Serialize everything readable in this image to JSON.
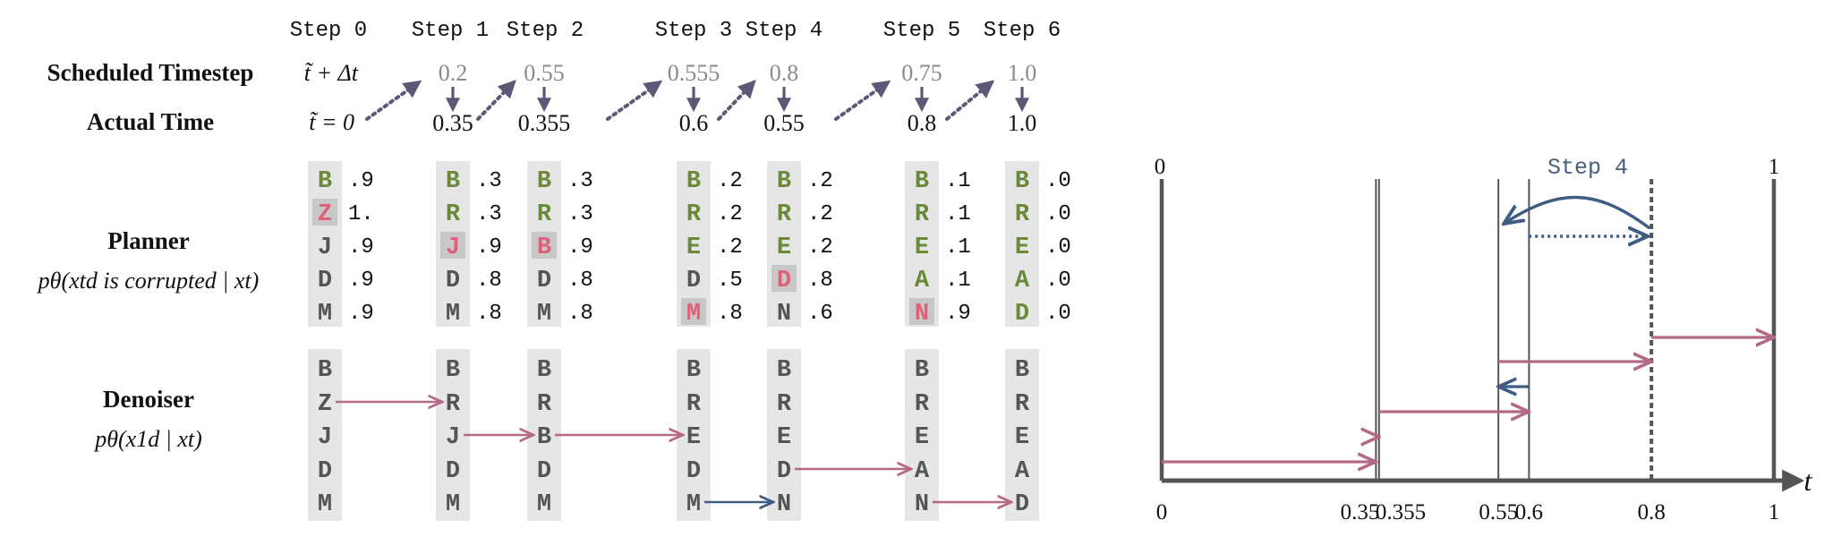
{
  "labels": {
    "scheduled_timestep": "Scheduled Timestep",
    "scheduled_formula": "t̃ + Δt",
    "actual_time": "Actual Time",
    "actual_formula": "t̃ = 0",
    "planner": "Planner",
    "planner_formula": "pθ(xtd is corrupted | xt)",
    "denoiser": "Denoiser",
    "denoiser_formula": "pθ(x1d | xt)"
  },
  "steps": [
    {
      "label": "Step 0",
      "scheduled": "",
      "actual": "",
      "planner": [
        {
          "token": "B",
          "score": ".9",
          "state": "clean"
        },
        {
          "token": "Z",
          "score": "1.",
          "state": "corrupted"
        },
        {
          "token": "J",
          "score": ".9",
          "state": "plain"
        },
        {
          "token": "D",
          "score": ".9",
          "state": "plain"
        },
        {
          "token": "M",
          "score": ".9",
          "state": "plain"
        }
      ],
      "denoiser": [
        "B",
        "Z",
        "J",
        "D",
        "M"
      ]
    },
    {
      "label": "Step 1",
      "scheduled": "0.2",
      "actual": "0.35",
      "planner": [
        {
          "token": "B",
          "score": ".3",
          "state": "clean"
        },
        {
          "token": "R",
          "score": ".3",
          "state": "clean"
        },
        {
          "token": "J",
          "score": ".9",
          "state": "corrupted"
        },
        {
          "token": "D",
          "score": ".8",
          "state": "plain"
        },
        {
          "token": "M",
          "score": ".8",
          "state": "plain"
        }
      ],
      "denoiser": [
        "B",
        "R",
        "J",
        "D",
        "M"
      ]
    },
    {
      "label": "Step 2",
      "scheduled": "0.55",
      "actual": "0.355",
      "planner": [
        {
          "token": "B",
          "score": ".3",
          "state": "clean"
        },
        {
          "token": "R",
          "score": ".3",
          "state": "clean"
        },
        {
          "token": "B",
          "score": ".9",
          "state": "corrupted"
        },
        {
          "token": "D",
          "score": ".8",
          "state": "plain"
        },
        {
          "token": "M",
          "score": ".8",
          "state": "plain"
        }
      ],
      "denoiser": [
        "B",
        "R",
        "B",
        "D",
        "M"
      ]
    },
    {
      "label": "Step 3",
      "scheduled": "0.555",
      "actual": "0.6",
      "planner": [
        {
          "token": "B",
          "score": ".2",
          "state": "clean"
        },
        {
          "token": "R",
          "score": ".2",
          "state": "clean"
        },
        {
          "token": "E",
          "score": ".2",
          "state": "clean"
        },
        {
          "token": "D",
          "score": ".5",
          "state": "plain"
        },
        {
          "token": "M",
          "score": ".8",
          "state": "corrupted"
        }
      ],
      "denoiser": [
        "B",
        "R",
        "E",
        "D",
        "M"
      ]
    },
    {
      "label": "Step 4",
      "scheduled": "0.8",
      "actual": "0.55",
      "planner": [
        {
          "token": "B",
          "score": ".2",
          "state": "clean"
        },
        {
          "token": "R",
          "score": ".2",
          "state": "clean"
        },
        {
          "token": "E",
          "score": ".2",
          "state": "clean"
        },
        {
          "token": "D",
          "score": ".8",
          "state": "corrupted"
        },
        {
          "token": "N",
          "score": ".6",
          "state": "plain"
        }
      ],
      "denoiser": [
        "B",
        "R",
        "E",
        "D",
        "N"
      ]
    },
    {
      "label": "Step 5",
      "scheduled": "0.75",
      "actual": "0.8",
      "planner": [
        {
          "token": "B",
          "score": ".1",
          "state": "clean"
        },
        {
          "token": "R",
          "score": ".1",
          "state": "clean"
        },
        {
          "token": "E",
          "score": ".1",
          "state": "clean"
        },
        {
          "token": "A",
          "score": ".1",
          "state": "clean"
        },
        {
          "token": "N",
          "score": ".9",
          "state": "corrupted"
        }
      ],
      "denoiser": [
        "B",
        "R",
        "E",
        "A",
        "N"
      ]
    },
    {
      "label": "Step 6",
      "scheduled": "1.0",
      "actual": "1.0",
      "planner": [
        {
          "token": "B",
          "score": ".0",
          "state": "clean"
        },
        {
          "token": "R",
          "score": ".0",
          "state": "clean"
        },
        {
          "token": "E",
          "score": ".0",
          "state": "clean"
        },
        {
          "token": "A",
          "score": ".0",
          "state": "clean"
        },
        {
          "token": "D",
          "score": ".0",
          "state": "clean"
        }
      ],
      "denoiser": [
        "B",
        "R",
        "E",
        "A",
        "D"
      ]
    }
  ],
  "denoiser_transitions": [
    {
      "from_step": 0,
      "to_step": 1,
      "row": 1,
      "kind": "forward"
    },
    {
      "from_step": 1,
      "to_step": 2,
      "row": 2,
      "kind": "forward"
    },
    {
      "from_step": 2,
      "to_step": 3,
      "row": 2,
      "kind": "forward"
    },
    {
      "from_step": 3,
      "to_step": 4,
      "row": 4,
      "kind": "backward"
    },
    {
      "from_step": 4,
      "to_step": 5,
      "row": 3,
      "kind": "forward"
    },
    {
      "from_step": 5,
      "to_step": 6,
      "row": 4,
      "kind": "forward"
    }
  ],
  "timeline": {
    "top_left_label": "0",
    "top_right_label": "1",
    "highlight_label": "Step 4",
    "t_label": "t",
    "domain": [
      0,
      1
    ],
    "ticks": [
      {
        "value": 0,
        "label": "0"
      },
      {
        "value": 0.35,
        "label": "0.35"
      },
      {
        "value": 0.355,
        "label": "0.355"
      },
      {
        "value": 0.55,
        "label": "0.55"
      },
      {
        "value": 0.6,
        "label": "0.6"
      },
      {
        "value": 0.8,
        "label": "0.8"
      },
      {
        "value": 1,
        "label": "1"
      }
    ],
    "segments": [
      {
        "from": 0,
        "to": 0.35,
        "kind": "forward"
      },
      {
        "from": 0.35,
        "to": 0.355,
        "kind": "forward"
      },
      {
        "from": 0.355,
        "to": 0.6,
        "kind": "forward"
      },
      {
        "from": 0.6,
        "to": 0.55,
        "kind": "backward"
      },
      {
        "from": 0.55,
        "to": 0.8,
        "kind": "forward"
      },
      {
        "from": 0.8,
        "to": 1,
        "kind": "forward"
      }
    ],
    "dashed_at": 0.8,
    "curve": {
      "from": 0.8,
      "to": 0.55
    },
    "dotted": {
      "from": 0.55,
      "to": 0.8
    }
  },
  "colors": {
    "clean": "#6a8a3a",
    "corrupted": "#e0607a",
    "plain": "#555555",
    "token_bg": "#e6e6e6",
    "highlight_bg": "#c8c8c8",
    "forward": "#b46a86",
    "backward": "#3f5c82",
    "arrow_gray": "#5e5878",
    "axis": "#555555",
    "step_label": "#46607e"
  }
}
